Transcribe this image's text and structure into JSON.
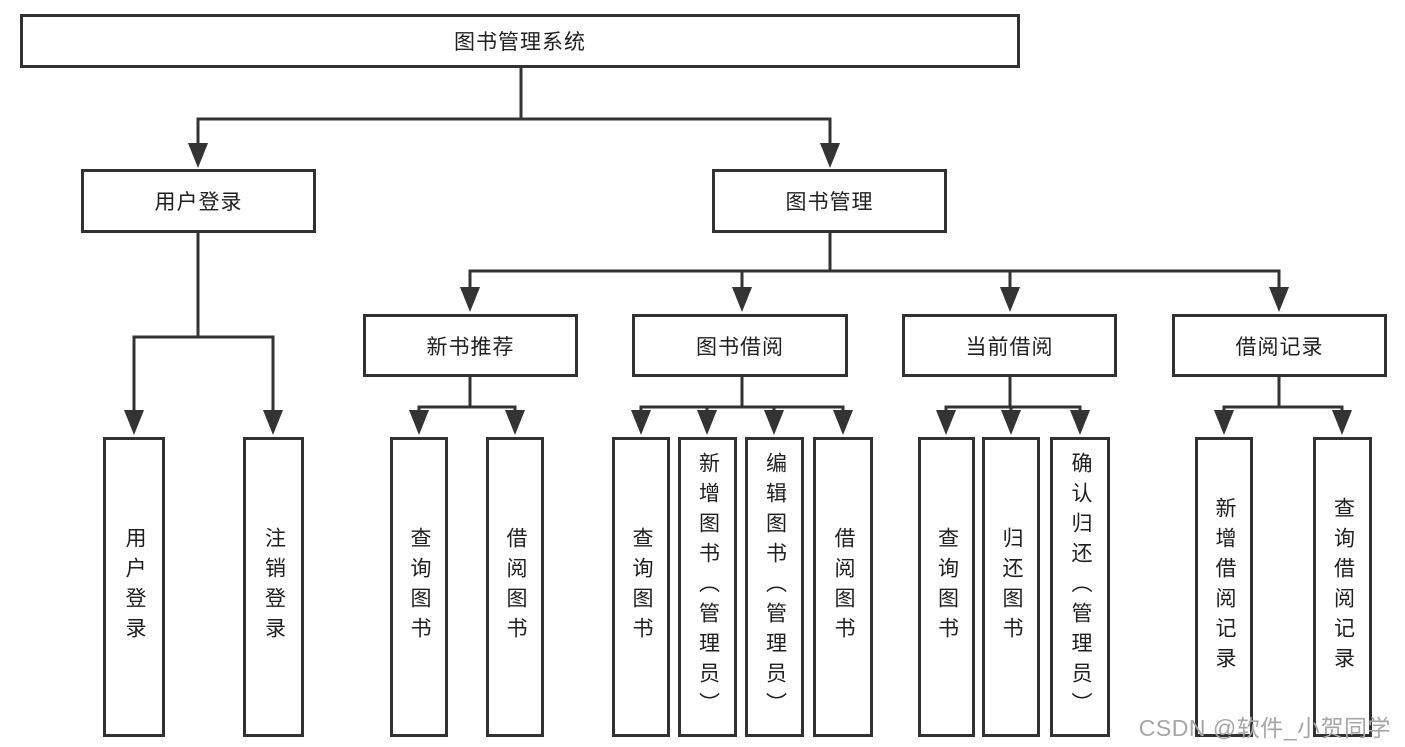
{
  "diagram": {
    "root": {
      "label": "图书管理系统"
    },
    "branches": [
      {
        "label": "用户登录",
        "children": [
          "用户登录",
          "注销登录"
        ]
      },
      {
        "label": "图书管理",
        "groups": [
          {
            "label": "新书推荐",
            "children": [
              "查询图书",
              "借阅图书"
            ]
          },
          {
            "label": "图书借阅",
            "children": [
              "查询图书",
              "新增图书（管理员）",
              "编辑图书（管理员）",
              "借阅图书"
            ]
          },
          {
            "label": "当前借阅",
            "children": [
              "查询图书",
              "归还图书",
              "确认归还（管理员）"
            ]
          },
          {
            "label": "借阅记录",
            "children": [
              "新增借阅记录",
              "查询借阅记录"
            ]
          }
        ]
      }
    ]
  },
  "watermark": "CSDN @软件_小贺同学",
  "colors": {
    "line": "#333333",
    "text": "#1f1f1f",
    "watermark": "#a6a6a6",
    "background": "#ffffff"
  }
}
